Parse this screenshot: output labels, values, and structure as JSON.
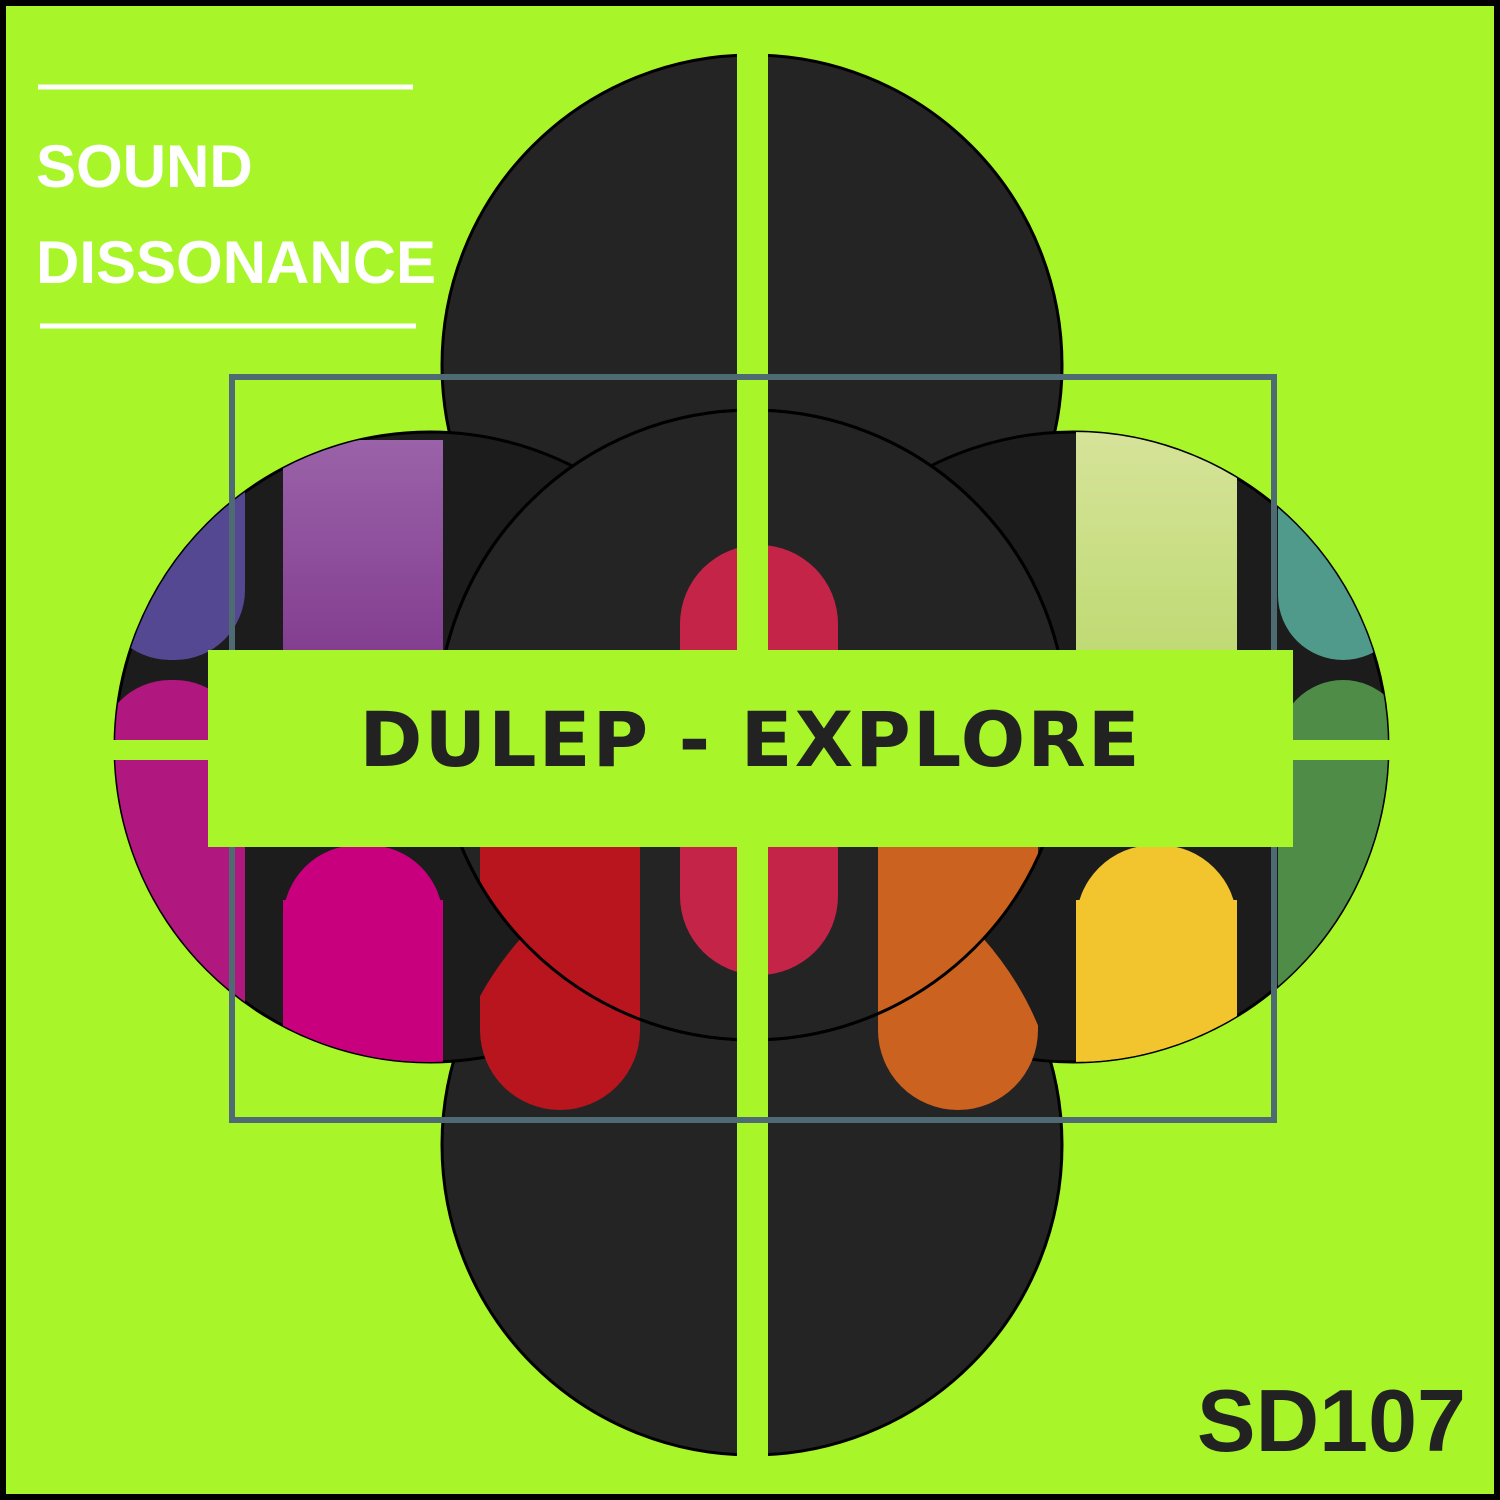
{
  "label": {
    "line1": "SOUND",
    "line2": "DISSONANCE"
  },
  "release": {
    "title": "DULEP - EXPLORE",
    "catalog": "SD107"
  },
  "colors": {
    "background": "#a8f52a",
    "disc": "#242424",
    "frame": "#4e6a72",
    "text_dark": "#222222",
    "text_light": "#ffffff"
  }
}
